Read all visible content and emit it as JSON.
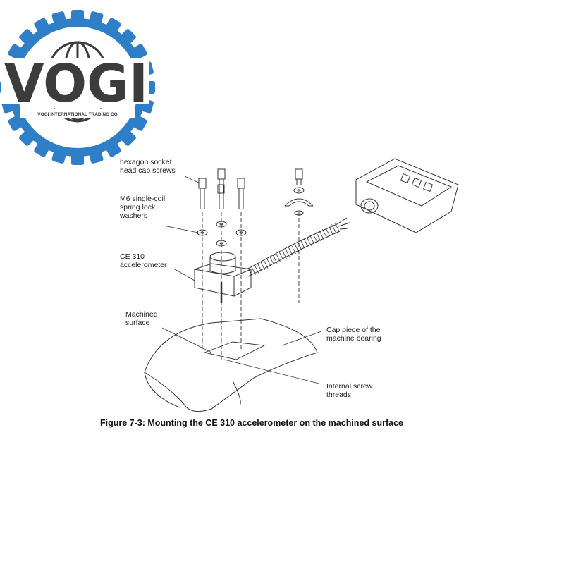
{
  "logo": {
    "wordmark": "VOGI",
    "company": "VOGI INTERNATIONAL TRADING CO",
    "colors": {
      "ring": "#2f7fc8",
      "ring_dark": "#1c5fa3",
      "wordmark": "#3c3c3c",
      "inner": "#ffffff"
    },
    "icon": "globe-gear-icon"
  },
  "diagram": {
    "labels": {
      "hex_screws": "hexagon socket\nhead cap screws",
      "lock_washers": "M6 single-coil\nspring lock\nwashers",
      "accelerometer": "CE 310\naccelerometer",
      "machined_surface": "Machined\nsurface",
      "cap_piece": "Cap piece of the\nmachine bearing",
      "screw_threads": "Internal screw\nthreads"
    },
    "caption": "Figure 7-3: Mounting the CE 310 accelerometer on the machined surface",
    "line_color": "#333333"
  }
}
